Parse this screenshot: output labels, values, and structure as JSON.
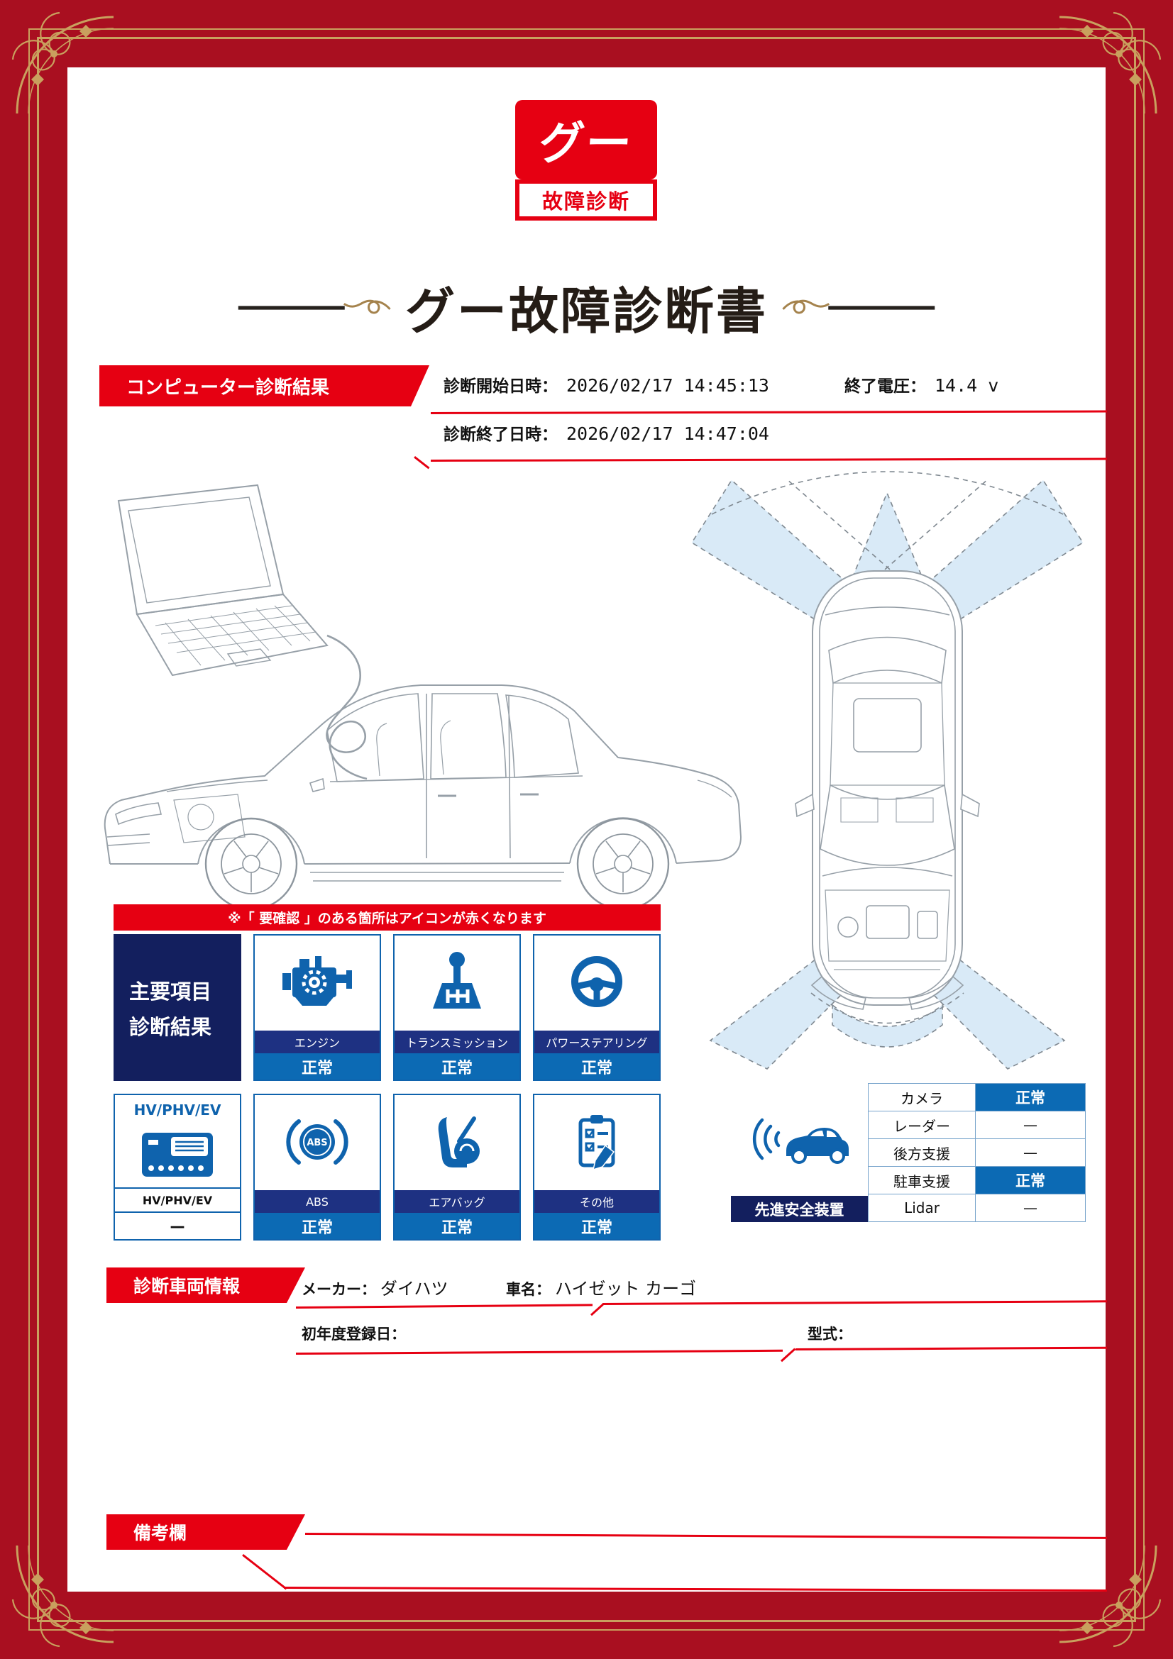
{
  "colors": {
    "frame_red": "#a90f20",
    "accent_red": "#e60012",
    "navy_dark": "#131f5e",
    "navy_label": "#1e3182",
    "status_blue": "#0c6ab4",
    "icon_blue": "#0f63ad",
    "gold": "#c9a05e",
    "sensor_blue": "#d9eaf7"
  },
  "logo": {
    "top": "グー",
    "bottom": "故障診断"
  },
  "title": "グー故障診断書",
  "diagnosis": {
    "banner": "コンピューター診断結果",
    "start_label": "診断開始日時：",
    "start_value": "2026/02/17 14:45:13",
    "voltage_label": "終了電圧：",
    "voltage_value": "14.4 v",
    "end_label": "診断終了日時：",
    "end_value": "2026/02/17 14:47:04"
  },
  "notice": "※「 要確認 」のある箇所はアイコンが赤くなります",
  "main": {
    "header_line1": "主要項目",
    "header_line2": "診断結果",
    "tiles": [
      {
        "label": "エンジン",
        "status": "正常",
        "icon": "engine-icon"
      },
      {
        "label": "トランスミッション",
        "status": "正常",
        "icon": "transmission-icon"
      },
      {
        "label": "パワーステアリング",
        "status": "正常",
        "icon": "steering-wheel-icon"
      },
      {
        "label": "ABS",
        "status": "正常",
        "icon": "abs-icon"
      },
      {
        "label": "エアバッグ",
        "status": "正常",
        "icon": "airbag-icon"
      },
      {
        "label": "その他",
        "status": "正常",
        "icon": "clipboard-icon"
      }
    ],
    "hv": {
      "title": "HV/PHV/EV",
      "label": "HV/PHV/EV",
      "status": "—",
      "icon": "hv-battery-icon"
    }
  },
  "safety": {
    "label": "先進安全装置",
    "icon": "safety-car-icon",
    "rows": [
      {
        "name": "カメラ",
        "status": "正常"
      },
      {
        "name": "レーダー",
        "status": "—"
      },
      {
        "name": "後方支援",
        "status": "—"
      },
      {
        "name": "駐車支援",
        "status": "正常"
      },
      {
        "name": "Lidar",
        "status": "—"
      }
    ]
  },
  "vehicle": {
    "banner": "診断車両情報",
    "maker_label": "メーカー：",
    "maker_value": "ダイハツ",
    "car_label": "車名：",
    "car_value": "ハイゼット カーゴ",
    "reg_label": "初年度登録日：",
    "model_label": "型式："
  },
  "remarks": {
    "banner": "備考欄"
  }
}
